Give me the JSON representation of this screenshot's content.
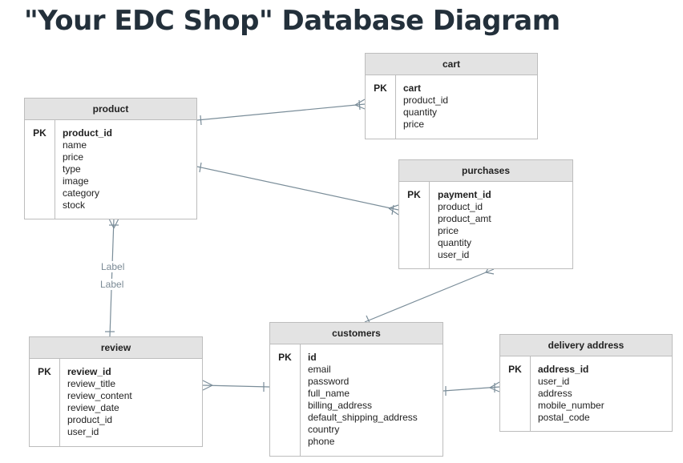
{
  "title": "\"Your EDC Shop\" Database Diagram",
  "pk_label": "PK",
  "entities": {
    "product": {
      "name": "product",
      "fields": [
        "product_id",
        "name",
        "price",
        "type",
        "image",
        "category",
        "stock"
      ]
    },
    "cart": {
      "name": "cart",
      "fields": [
        "cart",
        "product_id",
        "quantity",
        "price"
      ]
    },
    "purchases": {
      "name": "purchases",
      "fields": [
        "payment_id",
        "product_id",
        "product_amt",
        "price",
        "quantity",
        "user_id"
      ]
    },
    "review": {
      "name": "review",
      "fields": [
        "review_id",
        "review_title",
        "review_content",
        "review_date",
        "product_id",
        "user_id"
      ]
    },
    "customers": {
      "name": "customers",
      "fields": [
        "id",
        "email",
        "password",
        "full_name",
        "billing_address",
        "default_shipping_address",
        "country",
        "phone"
      ]
    },
    "delivery_address": {
      "name": "delivery address",
      "fields": [
        "address_id",
        "user_id",
        "address",
        "mobile_number",
        "postal_code"
      ]
    }
  },
  "relationships": {
    "product_review_labels": [
      "Label",
      "Label"
    ]
  },
  "colors": {
    "line": "#7a8d99",
    "header_bg": "#e3e3e3",
    "border": "#bdbdbd",
    "title": "#23303b"
  }
}
